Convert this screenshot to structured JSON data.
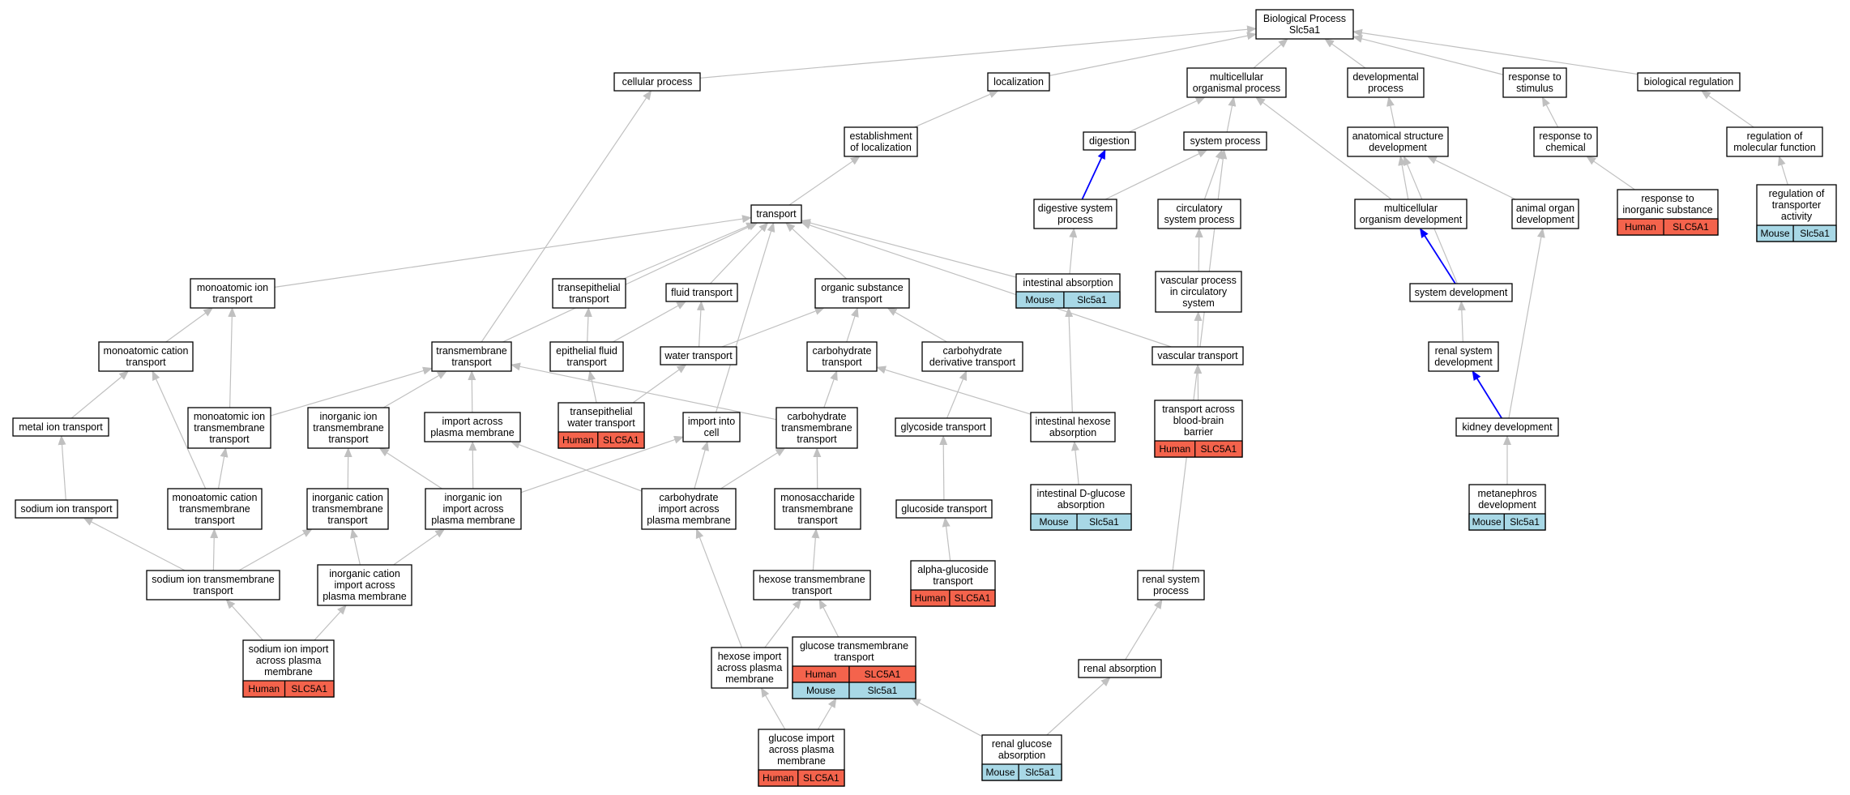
{
  "colors": {
    "edge": "#c0c0c0",
    "edge_highlight": "#0000ff",
    "human": "#f4634c",
    "mouse": "#a8d8e6",
    "border": "#000000"
  },
  "nodes": [
    {
      "id": "bp",
      "lines": [
        "Biological Process",
        "Slc5a1"
      ]
    },
    {
      "id": "cellular_process",
      "lines": [
        "cellular process"
      ]
    },
    {
      "id": "localization",
      "lines": [
        "localization"
      ]
    },
    {
      "id": "multicellular_organismal_process",
      "lines": [
        "multicellular",
        "organismal process"
      ]
    },
    {
      "id": "developmental_process",
      "lines": [
        "developmental",
        "process"
      ]
    },
    {
      "id": "response_to_stimulus",
      "lines": [
        "response to",
        "stimulus"
      ]
    },
    {
      "id": "biological_regulation",
      "lines": [
        "biological regulation"
      ]
    },
    {
      "id": "establishment_of_localization",
      "lines": [
        "establishment",
        "of localization"
      ]
    },
    {
      "id": "digestion",
      "lines": [
        "digestion"
      ]
    },
    {
      "id": "system_process",
      "lines": [
        "system process"
      ]
    },
    {
      "id": "anatomical_structure_development",
      "lines": [
        "anatomical structure",
        "development"
      ]
    },
    {
      "id": "response_to_chemical",
      "lines": [
        "response to",
        "chemical"
      ]
    },
    {
      "id": "regulation_of_molecular_function",
      "lines": [
        "regulation of",
        "molecular function"
      ]
    },
    {
      "id": "transport",
      "lines": [
        "transport"
      ]
    },
    {
      "id": "digestive_system_process",
      "lines": [
        "digestive system",
        "process"
      ]
    },
    {
      "id": "circulatory_system_process",
      "lines": [
        "circulatory",
        "system process"
      ]
    },
    {
      "id": "multicellular_organism_development",
      "lines": [
        "multicellular",
        "organism development"
      ]
    },
    {
      "id": "animal_organ_development",
      "lines": [
        "animal organ",
        "development"
      ]
    },
    {
      "id": "response_to_inorganic_substance",
      "lines": [
        "response to",
        "inorganic substance"
      ],
      "badges": [
        [
          "Human",
          "SLC5A1"
        ]
      ]
    },
    {
      "id": "regulation_of_transporter_activity",
      "lines": [
        "regulation of",
        "transporter",
        "activity"
      ],
      "badges": [
        [
          "Mouse",
          "Slc5a1"
        ]
      ]
    },
    {
      "id": "monoatomic_ion_transport",
      "lines": [
        "monoatomic ion",
        "transport"
      ]
    },
    {
      "id": "transepithelial_transport",
      "lines": [
        "transepithelial",
        "transport"
      ]
    },
    {
      "id": "fluid_transport",
      "lines": [
        "fluid transport"
      ]
    },
    {
      "id": "organic_substance_transport",
      "lines": [
        "organic substance",
        "transport"
      ]
    },
    {
      "id": "intestinal_absorption",
      "lines": [
        "intestinal absorption"
      ],
      "badges": [
        [
          "Mouse",
          "Slc5a1"
        ]
      ]
    },
    {
      "id": "vascular_process_in_circulatory_system",
      "lines": [
        "vascular process",
        "in circulatory",
        "system"
      ]
    },
    {
      "id": "system_development",
      "lines": [
        "system development"
      ]
    },
    {
      "id": "monoatomic_cation_transport",
      "lines": [
        "monoatomic cation",
        "transport"
      ]
    },
    {
      "id": "transmembrane_transport",
      "lines": [
        "transmembrane",
        "transport"
      ]
    },
    {
      "id": "epithelial_fluid_transport",
      "lines": [
        "epithelial fluid",
        "transport"
      ]
    },
    {
      "id": "water_transport",
      "lines": [
        "water transport"
      ]
    },
    {
      "id": "carbohydrate_transport",
      "lines": [
        "carbohydrate",
        "transport"
      ]
    },
    {
      "id": "carbohydrate_derivative_transport",
      "lines": [
        "carbohydrate",
        "derivative transport"
      ]
    },
    {
      "id": "vascular_transport",
      "lines": [
        "vascular transport"
      ]
    },
    {
      "id": "renal_system_development",
      "lines": [
        "renal system",
        "development"
      ]
    },
    {
      "id": "metal_ion_transport",
      "lines": [
        "metal ion transport"
      ]
    },
    {
      "id": "monoatomic_ion_transmembrane_transport",
      "lines": [
        "monoatomic ion",
        "transmembrane",
        "transport"
      ]
    },
    {
      "id": "inorganic_ion_transmembrane_transport",
      "lines": [
        "inorganic ion",
        "transmembrane",
        "transport"
      ]
    },
    {
      "id": "import_across_plasma_membrane",
      "lines": [
        "import across",
        "plasma membrane"
      ]
    },
    {
      "id": "transepithelial_water_transport",
      "lines": [
        "transepithelial",
        "water transport"
      ],
      "badges": [
        [
          "Human",
          "SLC5A1"
        ]
      ]
    },
    {
      "id": "import_into_cell",
      "lines": [
        "import into",
        "cell"
      ]
    },
    {
      "id": "carbohydrate_transmembrane_transport",
      "lines": [
        "carbohydrate",
        "transmembrane",
        "transport"
      ]
    },
    {
      "id": "glycoside_transport",
      "lines": [
        "glycoside transport"
      ]
    },
    {
      "id": "intestinal_hexose_absorption",
      "lines": [
        "intestinal hexose",
        "absorption"
      ]
    },
    {
      "id": "transport_across_blood_brain_barrier",
      "lines": [
        "transport across",
        "blood-brain",
        "barrier"
      ],
      "badges": [
        [
          "Human",
          "SLC5A1"
        ]
      ]
    },
    {
      "id": "kidney_development",
      "lines": [
        "kidney development"
      ]
    },
    {
      "id": "sodium_ion_transport",
      "lines": [
        "sodium ion transport"
      ]
    },
    {
      "id": "monoatomic_cation_transmembrane_transport",
      "lines": [
        "monoatomic cation",
        "transmembrane",
        "transport"
      ]
    },
    {
      "id": "inorganic_cation_transmembrane_transport",
      "lines": [
        "inorganic cation",
        "transmembrane",
        "transport"
      ]
    },
    {
      "id": "inorganic_ion_import_across_plasma_membrane",
      "lines": [
        "inorganic ion",
        "import across",
        "plasma membrane"
      ]
    },
    {
      "id": "carbohydrate_import_across_plasma_membrane",
      "lines": [
        "carbohydrate",
        "import across",
        "plasma membrane"
      ]
    },
    {
      "id": "monosaccharide_transmembrane_transport",
      "lines": [
        "monosaccharide",
        "transmembrane",
        "transport"
      ]
    },
    {
      "id": "glucoside_transport",
      "lines": [
        "glucoside transport"
      ]
    },
    {
      "id": "intestinal_d_glucose_absorption",
      "lines": [
        "intestinal D-glucose",
        "absorption"
      ],
      "badges": [
        [
          "Mouse",
          "Slc5a1"
        ]
      ]
    },
    {
      "id": "metanephros_development",
      "lines": [
        "metanephros",
        "development"
      ],
      "badges": [
        [
          "Mouse",
          "Slc5a1"
        ]
      ]
    },
    {
      "id": "sodium_ion_transmembrane_transport",
      "lines": [
        "sodium ion transmembrane",
        "transport"
      ]
    },
    {
      "id": "inorganic_cation_import_across_plasma_membrane",
      "lines": [
        "inorganic cation",
        "import across",
        "plasma membrane"
      ]
    },
    {
      "id": "hexose_transmembrane_transport",
      "lines": [
        "hexose transmembrane",
        "transport"
      ]
    },
    {
      "id": "alpha_glucoside_transport",
      "lines": [
        "alpha-glucoside",
        "transport"
      ],
      "badges": [
        [
          "Human",
          "SLC5A1"
        ]
      ]
    },
    {
      "id": "renal_system_process",
      "lines": [
        "renal system",
        "process"
      ]
    },
    {
      "id": "sodium_ion_import_across_plasma_membrane",
      "lines": [
        "sodium ion import",
        "across plasma",
        "membrane"
      ],
      "badges": [
        [
          "Human",
          "SLC5A1"
        ]
      ]
    },
    {
      "id": "glucose_transmembrane_transport",
      "lines": [
        "glucose transmembrane",
        "transport"
      ],
      "badges": [
        [
          "Human",
          "SLC5A1"
        ],
        [
          "Mouse",
          "Slc5a1"
        ]
      ]
    },
    {
      "id": "hexose_import_across_plasma_membrane",
      "lines": [
        "hexose import",
        "across plasma",
        "membrane"
      ]
    },
    {
      "id": "renal_absorption",
      "lines": [
        "renal absorption"
      ]
    },
    {
      "id": "glucose_import_across_plasma_membrane",
      "lines": [
        "glucose import",
        "across plasma",
        "membrane"
      ],
      "badges": [
        [
          "Human",
          "SLC5A1"
        ]
      ]
    },
    {
      "id": "renal_glucose_absorption",
      "lines": [
        "renal glucose",
        "absorption"
      ],
      "badges": [
        [
          "Mouse",
          "Slc5a1"
        ]
      ]
    }
  ],
  "edges": [
    [
      "cellular_process",
      "bp"
    ],
    [
      "localization",
      "bp"
    ],
    [
      "multicellular_organismal_process",
      "bp"
    ],
    [
      "developmental_process",
      "bp"
    ],
    [
      "response_to_stimulus",
      "bp"
    ],
    [
      "biological_regulation",
      "bp"
    ],
    [
      "establishment_of_localization",
      "localization"
    ],
    [
      "digestion",
      "multicellular_organismal_process"
    ],
    [
      "system_process",
      "multicellular_organismal_process"
    ],
    [
      "anatomical_structure_development",
      "developmental_process"
    ],
    [
      "response_to_chemical",
      "response_to_stimulus"
    ],
    [
      "regulation_of_molecular_function",
      "biological_regulation"
    ],
    [
      "transport",
      "establishment_of_localization"
    ],
    [
      "digestive_system_process",
      "digestion",
      "hl"
    ],
    [
      "digestive_system_process",
      "system_process"
    ],
    [
      "circulatory_system_process",
      "system_process"
    ],
    [
      "multicellular_organism_development",
      "multicellular_organismal_process"
    ],
    [
      "multicellular_organism_development",
      "anatomical_structure_development"
    ],
    [
      "animal_organ_development",
      "anatomical_structure_development"
    ],
    [
      "response_to_inorganic_substance",
      "response_to_chemical"
    ],
    [
      "regulation_of_transporter_activity",
      "regulation_of_molecular_function"
    ],
    [
      "monoatomic_ion_transport",
      "transport"
    ],
    [
      "transepithelial_transport",
      "transport"
    ],
    [
      "fluid_transport",
      "transport"
    ],
    [
      "organic_substance_transport",
      "transport"
    ],
    [
      "intestinal_absorption",
      "transport"
    ],
    [
      "intestinal_absorption",
      "digestive_system_process"
    ],
    [
      "vascular_process_in_circulatory_system",
      "circulatory_system_process"
    ],
    [
      "system_development",
      "multicellular_organism_development",
      "hl"
    ],
    [
      "system_development",
      "anatomical_structure_development"
    ],
    [
      "monoatomic_cation_transport",
      "monoatomic_ion_transport"
    ],
    [
      "transmembrane_transport",
      "cellular_process"
    ],
    [
      "transmembrane_transport",
      "transport"
    ],
    [
      "epithelial_fluid_transport",
      "transepithelial_transport"
    ],
    [
      "epithelial_fluid_transport",
      "fluid_transport"
    ],
    [
      "water_transport",
      "fluid_transport"
    ],
    [
      "water_transport",
      "organic_substance_transport"
    ],
    [
      "carbohydrate_transport",
      "organic_substance_transport"
    ],
    [
      "carbohydrate_derivative_transport",
      "organic_substance_transport"
    ],
    [
      "vascular_transport",
      "transport"
    ],
    [
      "vascular_transport",
      "vascular_process_in_circulatory_system"
    ],
    [
      "renal_system_development",
      "system_development"
    ],
    [
      "metal_ion_transport",
      "monoatomic_cation_transport"
    ],
    [
      "monoatomic_ion_transmembrane_transport",
      "monoatomic_ion_transport"
    ],
    [
      "monoatomic_ion_transmembrane_transport",
      "transmembrane_transport"
    ],
    [
      "inorganic_ion_transmembrane_transport",
      "transmembrane_transport"
    ],
    [
      "import_across_plasma_membrane",
      "transmembrane_transport"
    ],
    [
      "transepithelial_water_transport",
      "epithelial_fluid_transport"
    ],
    [
      "transepithelial_water_transport",
      "water_transport"
    ],
    [
      "import_into_cell",
      "transport"
    ],
    [
      "carbohydrate_transmembrane_transport",
      "transmembrane_transport"
    ],
    [
      "carbohydrate_transmembrane_transport",
      "carbohydrate_transport"
    ],
    [
      "glycoside_transport",
      "carbohydrate_derivative_transport"
    ],
    [
      "intestinal_hexose_absorption",
      "intestinal_absorption"
    ],
    [
      "intestinal_hexose_absorption",
      "carbohydrate_transport"
    ],
    [
      "transport_across_blood_brain_barrier",
      "vascular_transport"
    ],
    [
      "kidney_development",
      "renal_system_development",
      "hl"
    ],
    [
      "kidney_development",
      "animal_organ_development"
    ],
    [
      "sodium_ion_transport",
      "metal_ion_transport"
    ],
    [
      "monoatomic_cation_transmembrane_transport",
      "monoatomic_cation_transport"
    ],
    [
      "monoatomic_cation_transmembrane_transport",
      "monoatomic_ion_transmembrane_transport"
    ],
    [
      "inorganic_cation_transmembrane_transport",
      "inorganic_ion_transmembrane_transport"
    ],
    [
      "inorganic_ion_import_across_plasma_membrane",
      "inorganic_ion_transmembrane_transport"
    ],
    [
      "inorganic_ion_import_across_plasma_membrane",
      "import_across_plasma_membrane"
    ],
    [
      "inorganic_ion_import_across_plasma_membrane",
      "import_into_cell"
    ],
    [
      "carbohydrate_import_across_plasma_membrane",
      "import_across_plasma_membrane"
    ],
    [
      "carbohydrate_import_across_plasma_membrane",
      "import_into_cell"
    ],
    [
      "carbohydrate_import_across_plasma_membrane",
      "carbohydrate_transmembrane_transport"
    ],
    [
      "monosaccharide_transmembrane_transport",
      "carbohydrate_transmembrane_transport"
    ],
    [
      "glucoside_transport",
      "glycoside_transport"
    ],
    [
      "intestinal_d_glucose_absorption",
      "intestinal_hexose_absorption"
    ],
    [
      "metanephros_development",
      "kidney_development"
    ],
    [
      "sodium_ion_transmembrane_transport",
      "sodium_ion_transport"
    ],
    [
      "sodium_ion_transmembrane_transport",
      "monoatomic_cation_transmembrane_transport"
    ],
    [
      "sodium_ion_transmembrane_transport",
      "inorganic_cation_transmembrane_transport"
    ],
    [
      "inorganic_cation_import_across_plasma_membrane",
      "inorganic_cation_transmembrane_transport"
    ],
    [
      "inorganic_cation_import_across_plasma_membrane",
      "inorganic_ion_import_across_plasma_membrane"
    ],
    [
      "hexose_transmembrane_transport",
      "monosaccharide_transmembrane_transport"
    ],
    [
      "alpha_glucoside_transport",
      "glucoside_transport"
    ],
    [
      "renal_system_process",
      "system_process"
    ],
    [
      "sodium_ion_import_across_plasma_membrane",
      "sodium_ion_transmembrane_transport"
    ],
    [
      "sodium_ion_import_across_plasma_membrane",
      "inorganic_cation_import_across_plasma_membrane"
    ],
    [
      "glucose_transmembrane_transport",
      "hexose_transmembrane_transport"
    ],
    [
      "hexose_import_across_plasma_membrane",
      "carbohydrate_import_across_plasma_membrane"
    ],
    [
      "hexose_import_across_plasma_membrane",
      "hexose_transmembrane_transport"
    ],
    [
      "renal_absorption",
      "renal_system_process"
    ],
    [
      "glucose_import_across_plasma_membrane",
      "glucose_transmembrane_transport"
    ],
    [
      "glucose_import_across_plasma_membrane",
      "hexose_import_across_plasma_membrane"
    ],
    [
      "renal_glucose_absorption",
      "glucose_transmembrane_transport"
    ],
    [
      "renal_glucose_absorption",
      "renal_absorption"
    ]
  ]
}
